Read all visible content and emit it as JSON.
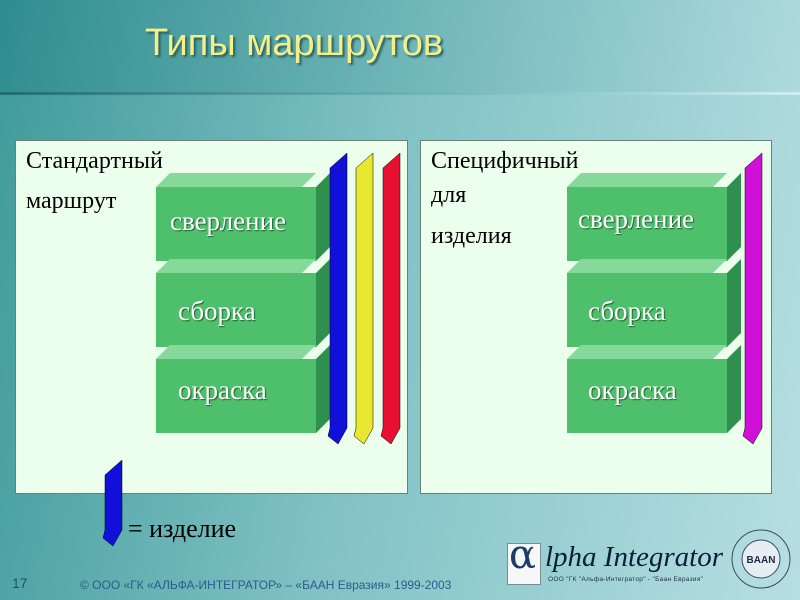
{
  "slide": {
    "title": "Типы маршрутов",
    "page_number": "17",
    "copyright": "© ООО «ГК «АЛЬФА-ИНТЕГРАТОР» – «БААН Евразия» 1999-2003"
  },
  "left_panel": {
    "label_line1": "Стандартный",
    "label_line2": "маршрут",
    "steps": [
      "сверление",
      "сборка",
      "окраска"
    ],
    "arrow_colors": [
      "#1010d8",
      "#e8e830",
      "#e81030"
    ]
  },
  "right_panel": {
    "label_line1": "Специфичный",
    "label_line2": "для",
    "label_line3": "изделия",
    "steps": [
      "сверление",
      "сборка",
      "окраска"
    ],
    "arrow_colors": [
      "#d010d8"
    ]
  },
  "legend": {
    "arrow_color": "#1010d8",
    "text": "= изделие"
  },
  "logo": {
    "symbol": "α",
    "name": "lpha Integrator",
    "subtitle": "ООО \"ГК \"Альфа-Интегратор\" - \"Баан Евразия\"",
    "seal_text": "BAAN"
  },
  "colors": {
    "block_face": "#4ec06c",
    "block_top": "#86d99a",
    "block_side": "#2f8f4c",
    "panel_bg": "#ecffec",
    "title_color": "#f3f08a"
  }
}
